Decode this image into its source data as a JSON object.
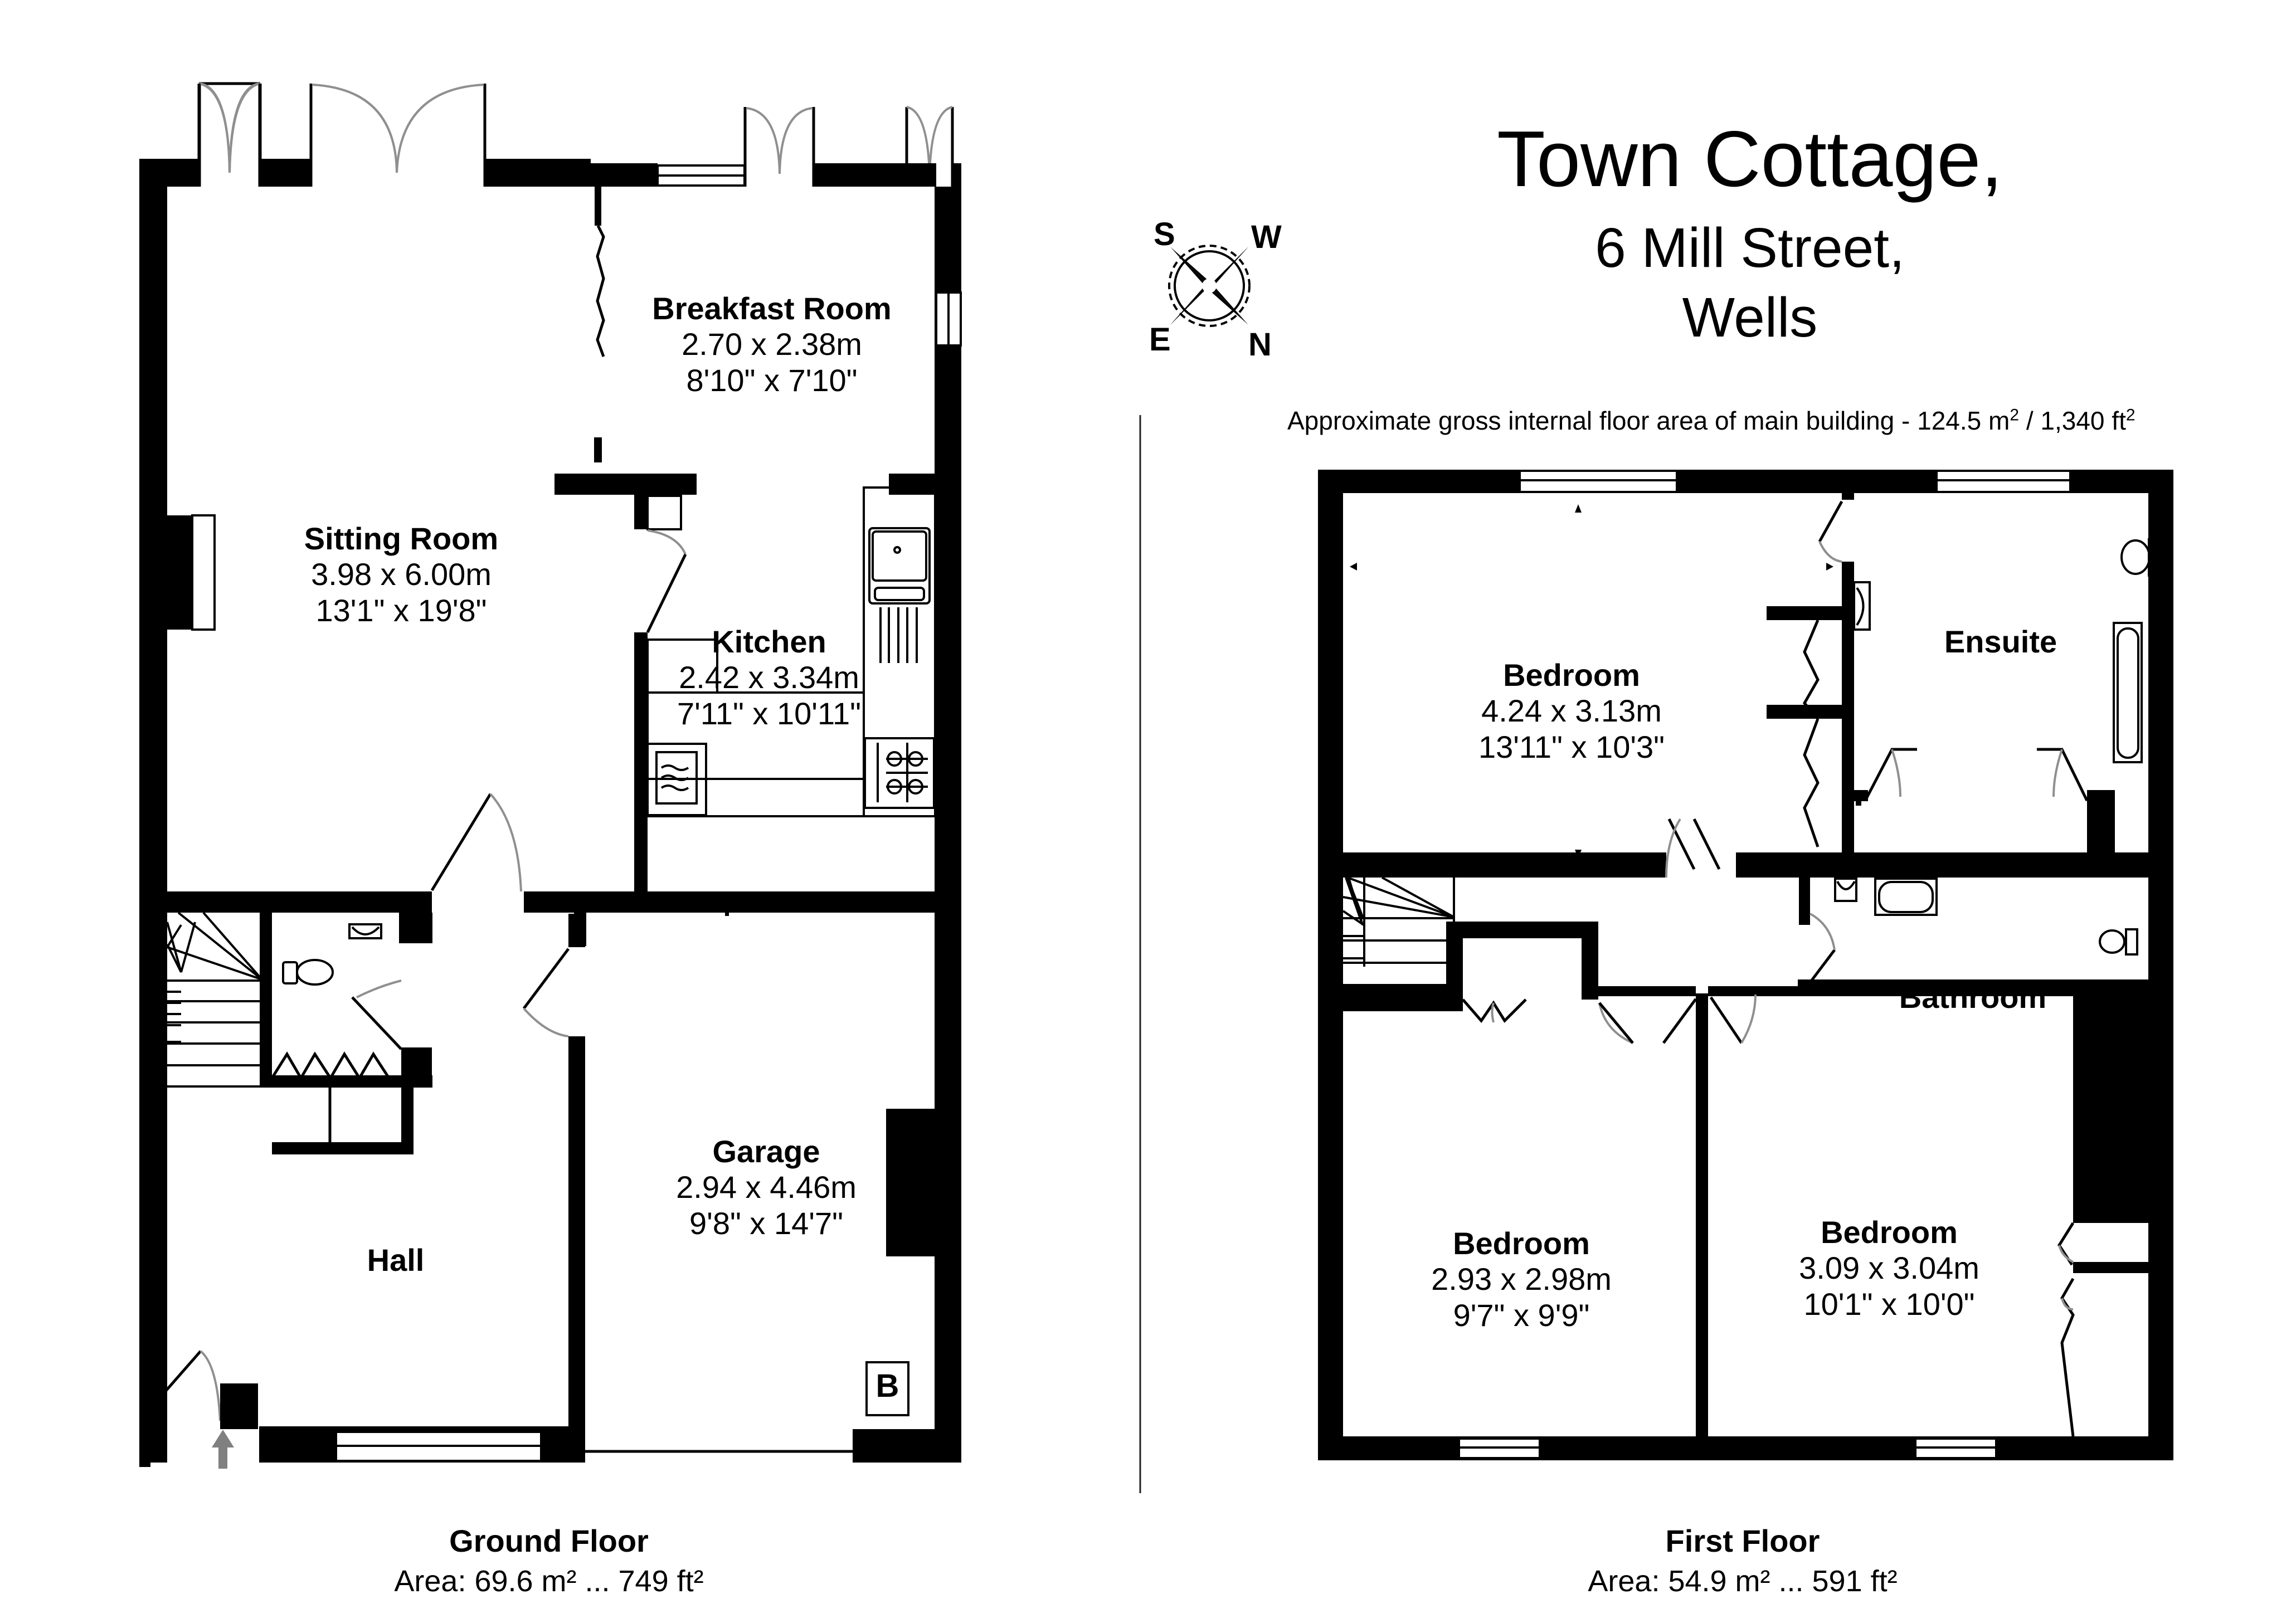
{
  "title": {
    "name": "Town Cottage,",
    "street": "6 Mill Street,",
    "town": "Wells"
  },
  "compass": {
    "icon": "compass-rose-icon",
    "labels": {
      "top_left": "S",
      "top_right": "W",
      "bottom_left": "E",
      "bottom_right": "N"
    }
  },
  "summary": {
    "text": "Approximate gross internal floor area of main building  -  124.5 m",
    "sq_m": "124.5",
    "sq_ft": "1,340",
    "unit_m": "m",
    "unit_ft": "ft",
    "superscript": "2",
    "separator": " /  ",
    "prefix": "Approximate gross internal floor area of main building  -  "
  },
  "ground_floor": {
    "caption": "Ground Floor",
    "area": "Area: 69.6 m² ... 749 ft²",
    "rooms": [
      {
        "name": "Breakfast Room",
        "metric": "2.70 x 2.38m",
        "imperial": "8'10\" x 7'10\""
      },
      {
        "name": "Sitting Room",
        "metric": "3.98 x 6.00m",
        "imperial": "13'1\" x 19'8\""
      },
      {
        "name": "Kitchen",
        "metric": "2.42 x 3.34m",
        "imperial": "7'11\" x 10'11\""
      },
      {
        "name": "Garage",
        "metric": "2.94 x 4.46m",
        "imperial": "9'8\" x 14'7\""
      },
      {
        "name": "Hall",
        "metric": "",
        "imperial": ""
      }
    ],
    "boiler_label": "B",
    "entrance_icon": "entrance-arrow-icon"
  },
  "first_floor": {
    "caption": "First Floor",
    "area": "Area: 54.9 m² ... 591 ft²",
    "rooms": [
      {
        "name": "Bedroom",
        "metric": "4.24 x 3.13m",
        "imperial": "13'11\" x 10'3\""
      },
      {
        "name": "Ensuite",
        "metric": "",
        "imperial": ""
      },
      {
        "name": "Bathroom",
        "metric": "",
        "imperial": ""
      },
      {
        "name": "Bedroom",
        "metric": "2.93 x 2.98m",
        "imperial": "9'7\" x 9'9\""
      },
      {
        "name": "Bedroom",
        "metric": "3.09 x 3.04m",
        "imperial": "10'1\" x 10'0\""
      }
    ]
  },
  "colors": {
    "wall": "#000000",
    "background": "#ffffff",
    "door_swing": "#8f8f8f",
    "entrance_arrow": "#808080"
  }
}
